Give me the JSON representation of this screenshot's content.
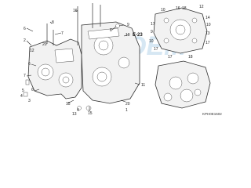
{
  "callouts": {
    "left": [
      "16",
      "8",
      "6",
      "2",
      "7",
      "12",
      "20",
      "6",
      "7",
      "6",
      "5",
      "4",
      "3",
      "15",
      "4",
      "15",
      "13",
      "8",
      "19",
      "11",
      "20",
      "1"
    ],
    "ref": "E-23",
    "ref_num": "9",
    "right_top": [
      "10",
      "12",
      "14",
      "10",
      "13",
      "17",
      "18",
      "17",
      "9",
      "10",
      "17",
      "16",
      "18",
      "17"
    ]
  },
  "part_code": "KPH0E1502",
  "watermark": "OEM",
  "colors": {
    "line": "#222222",
    "watermark": "#cfe3f2"
  }
}
